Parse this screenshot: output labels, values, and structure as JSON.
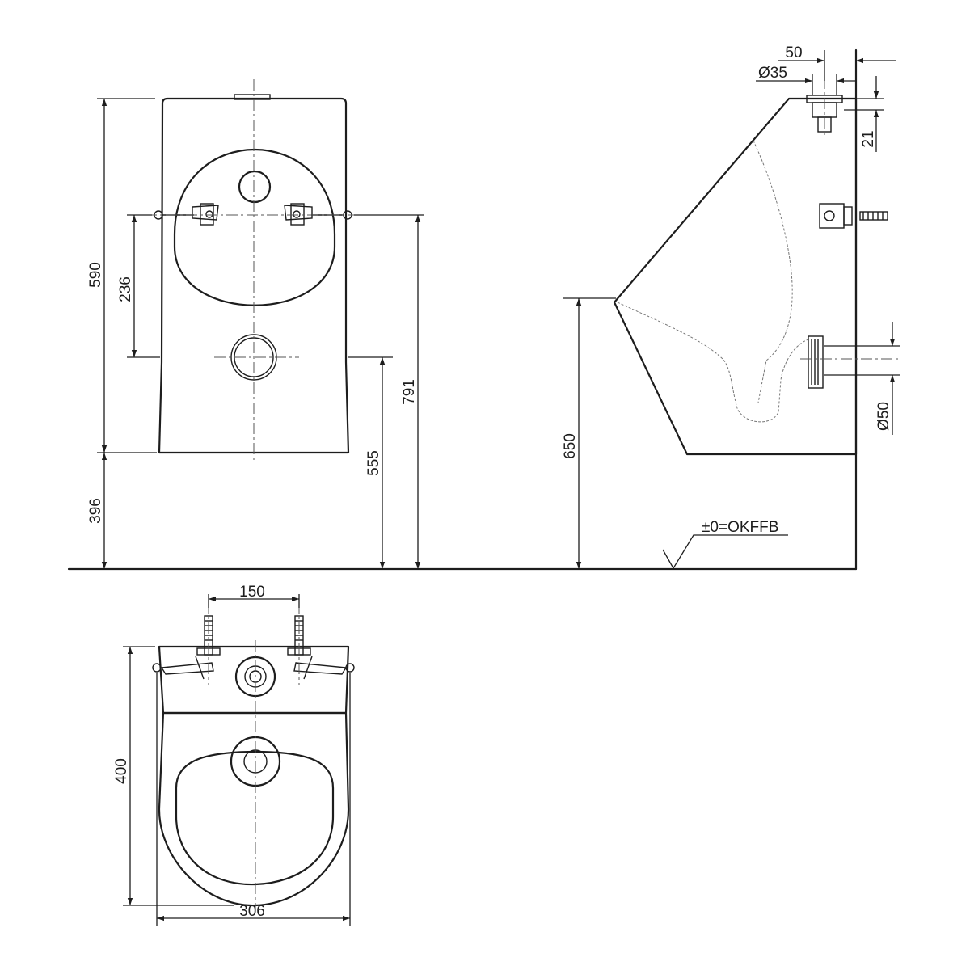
{
  "dimensions": {
    "front_height": "590",
    "bracket_spacing_vertical": "236",
    "floor_to_bottom": "396",
    "floor_to_outlet": "555",
    "floor_to_brackets": "791",
    "side_floor_to_lip": "650",
    "side_inlet_offset": "50",
    "side_inlet_diameter": "Ø35",
    "side_inlet_height": "21",
    "side_outlet_diameter": "Ø50",
    "floor_reference": "±0=OKFFB",
    "top_bolt_spacing": "150",
    "top_depth": "400",
    "top_width": "306"
  }
}
